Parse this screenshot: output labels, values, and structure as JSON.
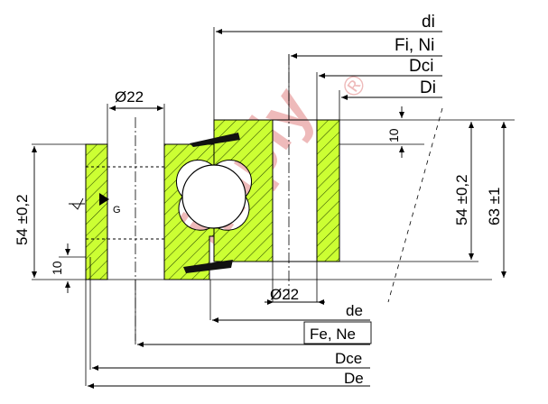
{
  "drawing": {
    "dimensions": {
      "di": "di",
      "fi_ni": "Fi, Ni",
      "dci": "Dci",
      "Di": "Di",
      "gap_inner": "10",
      "bolt_top": "Ø22",
      "height_left": "54 ±0,2",
      "gap_outer": "10",
      "height_right": "54 ±0,2",
      "overall_height": "63 ±1",
      "bolt_bottom": "Ø22",
      "de": "de",
      "fe_ne": "Fe, Ne",
      "dce": "Dce",
      "De": "De"
    },
    "grease_nipple": "G",
    "watermark": "simply",
    "watermark_mark": "®",
    "colors": {
      "section_fill": "#ccff33",
      "hatch": "#2e4d00",
      "line": "#000000",
      "watermark": "#e8a3a3"
    }
  }
}
